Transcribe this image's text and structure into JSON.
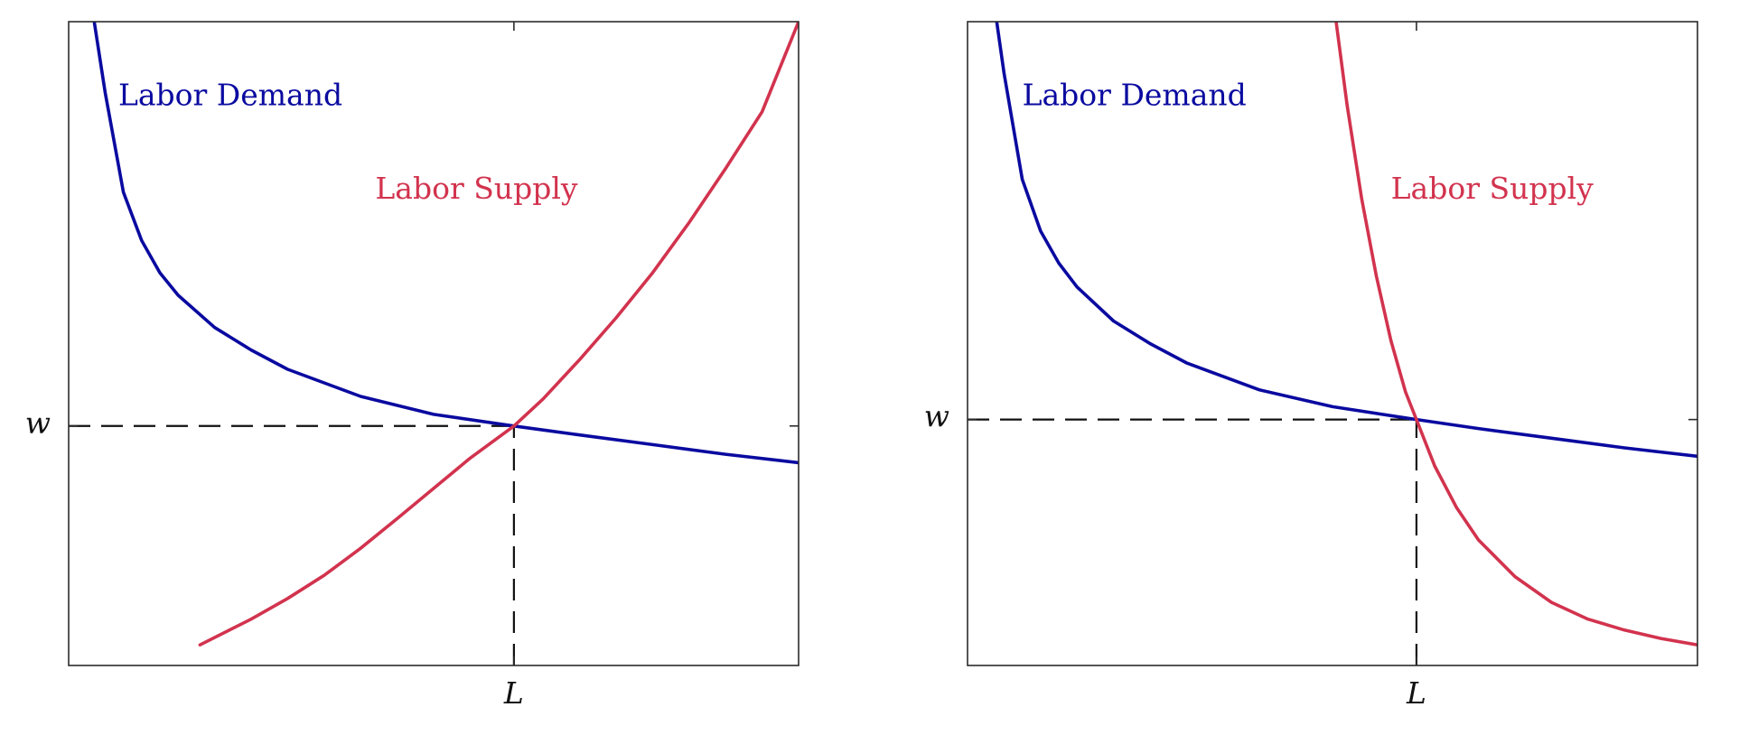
{
  "colors": {
    "demand": "#0a0aa0",
    "supply": "#d2334e"
  },
  "chart_data": [
    {
      "type": "line",
      "title": "",
      "xlabel": "",
      "ylabel": "",
      "xlim": [
        0,
        10
      ],
      "ylim": [
        0,
        10
      ],
      "x_ticks": [
        {
          "value": 6.1,
          "label": "L"
        }
      ],
      "y_ticks": [
        {
          "value": 3.72,
          "label": "w"
        }
      ],
      "grid": false,
      "legend": "none",
      "series": [
        {
          "name": "Labor Demand",
          "color_key": "demand",
          "x": [
            0.35,
            0.5,
            0.75,
            1.0,
            1.25,
            1.5,
            2.0,
            2.5,
            3.0,
            4.0,
            5.0,
            6.1,
            7.0,
            8.0,
            9.0,
            10.0
          ],
          "y": [
            10.0,
            8.9,
            7.35,
            6.6,
            6.1,
            5.75,
            5.25,
            4.9,
            4.6,
            4.18,
            3.9,
            3.72,
            3.58,
            3.43,
            3.28,
            3.15
          ]
        },
        {
          "name": "Labor Supply",
          "color_key": "supply",
          "x": [
            1.8,
            2.5,
            3.0,
            3.5,
            4.0,
            4.5,
            5.0,
            5.5,
            6.1,
            6.5,
            7.0,
            7.5,
            8.0,
            8.5,
            9.0,
            9.5,
            10.0
          ],
          "y": [
            0.32,
            0.72,
            1.04,
            1.4,
            1.82,
            2.28,
            2.75,
            3.22,
            3.72,
            4.14,
            4.75,
            5.4,
            6.1,
            6.88,
            7.72,
            8.6,
            10.0
          ]
        }
      ],
      "annotations": [
        {
          "text": "Labor Demand",
          "color_key": "demand",
          "x": 0.68,
          "y": 8.7
        },
        {
          "text": "Labor Supply",
          "color_key": "supply",
          "x": 4.2,
          "y": 7.25
        }
      ]
    },
    {
      "type": "line",
      "title": "",
      "xlabel": "",
      "ylabel": "",
      "xlim": [
        0,
        10
      ],
      "ylim": [
        0,
        10
      ],
      "x_ticks": [
        {
          "value": 6.15,
          "label": "L"
        }
      ],
      "y_ticks": [
        {
          "value": 3.82,
          "label": "w"
        }
      ],
      "grid": false,
      "legend": "none",
      "series": [
        {
          "name": "Labor Demand",
          "color_key": "demand",
          "x": [
            0.4,
            0.5,
            0.75,
            1.0,
            1.25,
            1.5,
            2.0,
            2.5,
            3.0,
            4.0,
            5.0,
            6.15,
            7.0,
            8.0,
            9.0,
            10.0
          ],
          "y": [
            10.0,
            9.2,
            7.55,
            6.75,
            6.25,
            5.88,
            5.35,
            5.0,
            4.7,
            4.28,
            4.02,
            3.82,
            3.68,
            3.53,
            3.38,
            3.25
          ]
        },
        {
          "name": "Labor Supply",
          "color_key": "supply",
          "x": [
            5.05,
            5.2,
            5.4,
            5.6,
            5.8,
            6.0,
            6.15,
            6.4,
            6.7,
            7.0,
            7.5,
            8.0,
            8.5,
            9.0,
            9.5,
            10.0
          ],
          "y": [
            10.0,
            8.7,
            7.25,
            6.05,
            5.05,
            4.25,
            3.82,
            3.1,
            2.45,
            1.95,
            1.38,
            0.98,
            0.72,
            0.55,
            0.42,
            0.32
          ]
        }
      ],
      "annotations": [
        {
          "text": "Labor Demand",
          "color_key": "demand",
          "x": 0.75,
          "y": 8.7
        },
        {
          "text": "Labor Supply",
          "color_key": "supply",
          "x": 5.8,
          "y": 7.25
        }
      ]
    }
  ]
}
